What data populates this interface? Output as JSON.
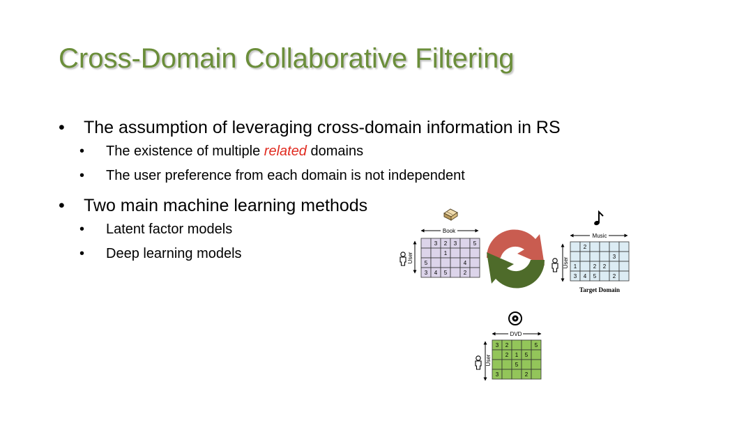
{
  "title": "Cross-Domain Collaborative Filtering",
  "bullet_symbol": "•",
  "bullets": [
    {
      "text": "The assumption of leveraging cross-domain information in RS",
      "sub": [
        {
          "before": "The existence of multiple ",
          "em": "related",
          "after": " domains"
        },
        {
          "text": "The user preference from each domain is not independent"
        }
      ]
    },
    {
      "text": "Two main machine learning methods",
      "sub": [
        {
          "text": "Latent factor models"
        },
        {
          "text": "Deep learning models"
        }
      ]
    }
  ],
  "figure": {
    "book": {
      "label": "Book",
      "user_label": "User",
      "color": "#dcd4ea",
      "rows": [
        [
          "",
          "3",
          "2",
          "3",
          "",
          "5"
        ],
        [
          "",
          "",
          "1",
          "",
          "",
          ""
        ],
        [
          "5",
          "",
          "",
          "",
          "4",
          ""
        ],
        [
          "3",
          "4",
          "5",
          "",
          "2",
          ""
        ]
      ]
    },
    "music": {
      "label": "Music",
      "user_label": "User",
      "caption": "Target Domain",
      "color": "#dcecf4",
      "rows": [
        [
          "",
          "2",
          "",
          "",
          "",
          ""
        ],
        [
          "",
          "",
          "",
          "",
          "3",
          ""
        ],
        [
          "1",
          "",
          "2",
          "2",
          "",
          ""
        ],
        [
          "3",
          "4",
          "5",
          "",
          "2",
          ""
        ]
      ]
    },
    "dvd": {
      "label": "DVD",
      "user_label": "User",
      "color": "#93c55a",
      "rows": [
        [
          "3",
          "2",
          "",
          "",
          "5"
        ],
        [
          "",
          "2",
          "1",
          "5",
          ""
        ],
        [
          "",
          "",
          "5",
          "",
          ""
        ],
        [
          "3",
          "",
          "",
          "2",
          ""
        ]
      ]
    },
    "arrow_colors": {
      "red": "#c95c50",
      "green": "#4e6b2a"
    },
    "icons": [
      "book-icon",
      "music-note-icon",
      "disc-icon",
      "user-icon"
    ]
  }
}
